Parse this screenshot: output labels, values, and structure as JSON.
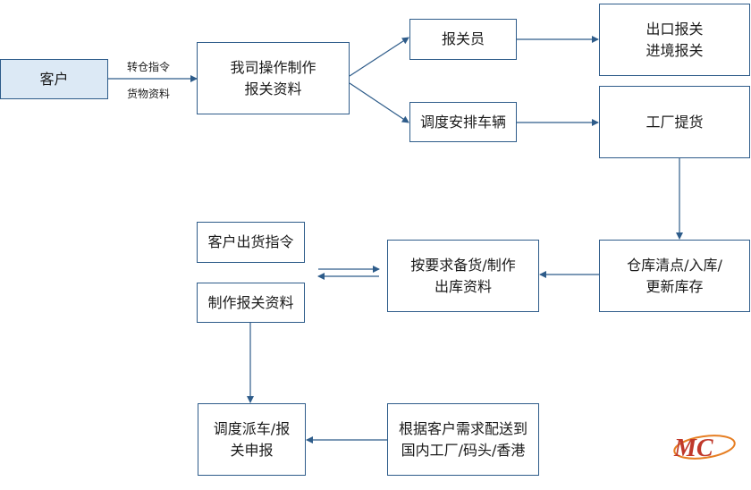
{
  "nodes": {
    "customer": "客户",
    "prepare_docs": "我司操作制作\n报关资料",
    "broker": "报关员",
    "export_import": "出口报关\n进境报关",
    "dispatch_vehicle": "调度安排车辆",
    "factory_pickup": "工厂提货",
    "warehouse": "仓库清点/入库/\n更新库存",
    "stock_prepare": "按要求备货/制作\n出库资料",
    "shipping_order": "客户出货指令",
    "make_docs": "制作报关资料",
    "dispatch_declare": "调度派车/报\n关申报",
    "deliver": "根据客户需求配送到\n国内工厂/码头/香港"
  },
  "edge_labels": {
    "transfer_order": "转仓指令",
    "cargo_docs": "货物资料"
  },
  "logo": {
    "text": "MC",
    "colors": [
      "#c0392b",
      "#e67e22"
    ]
  },
  "colors": {
    "line": "#2e5c8a",
    "highlight": "#dce9f5"
  }
}
